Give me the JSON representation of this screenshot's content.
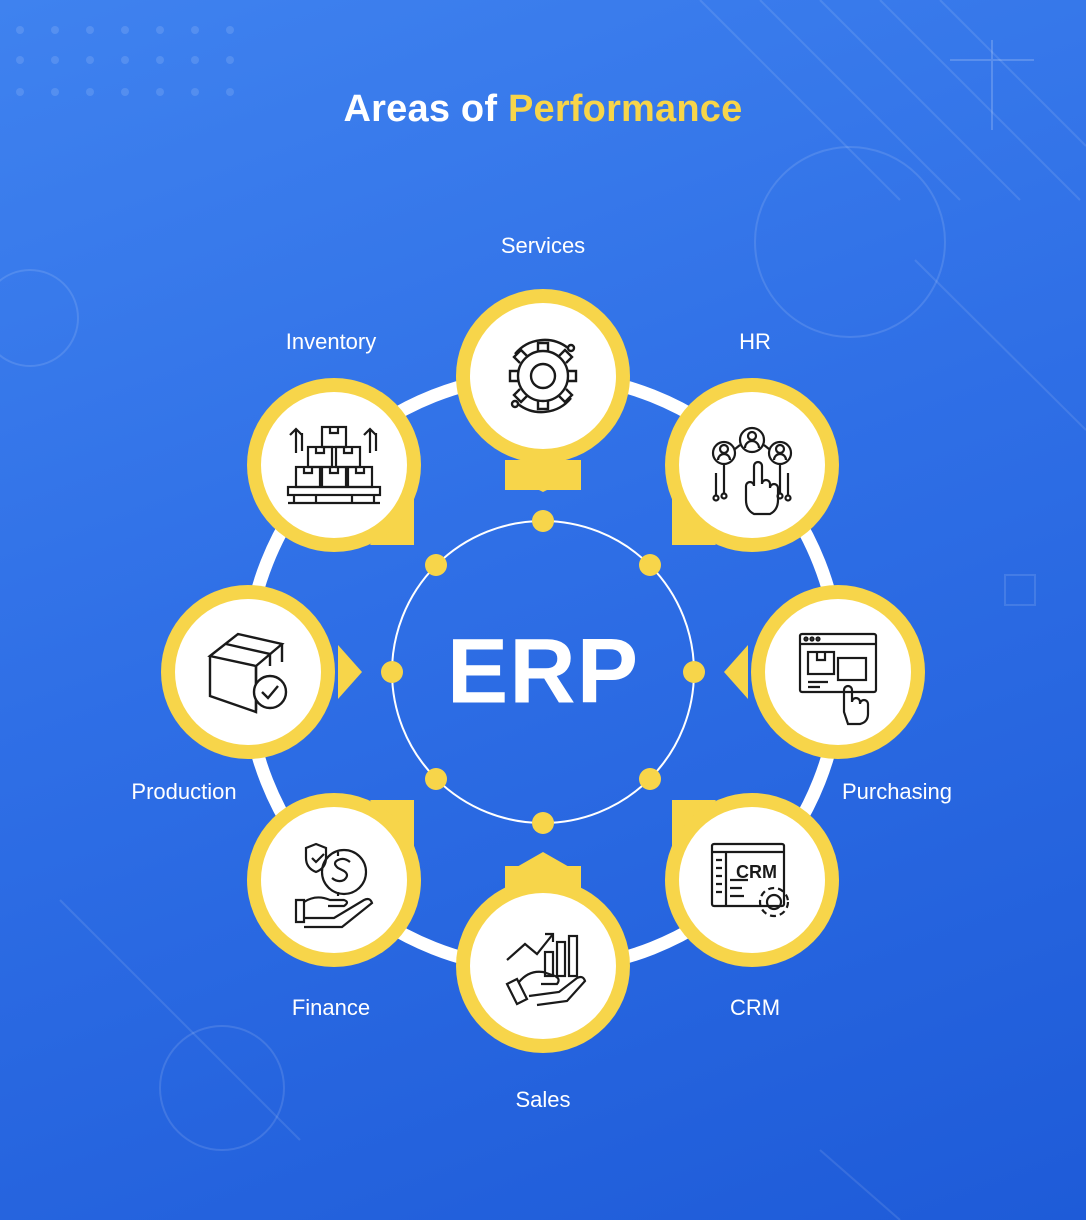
{
  "title": {
    "prefix": "Areas of",
    "highlight": "Performance"
  },
  "center": {
    "label": "ERP"
  },
  "areas": [
    {
      "label": "Services",
      "icon": "gear-icon"
    },
    {
      "label": "HR",
      "icon": "people-network-icon"
    },
    {
      "label": "Purchasing",
      "icon": "online-purchase-icon"
    },
    {
      "label": "CRM",
      "icon": "crm-window-icon"
    },
    {
      "label": "Sales",
      "icon": "growth-chart-hand-icon"
    },
    {
      "label": "Finance",
      "icon": "money-hand-icon"
    },
    {
      "label": "Production",
      "icon": "box-check-icon"
    },
    {
      "label": "Inventory",
      "icon": "stacked-boxes-icon"
    }
  ],
  "colors": {
    "background": "#2f6fe6",
    "accent": "#f7d54a",
    "ring": "#ffffff",
    "icon_stroke": "#1a1a1a"
  }
}
